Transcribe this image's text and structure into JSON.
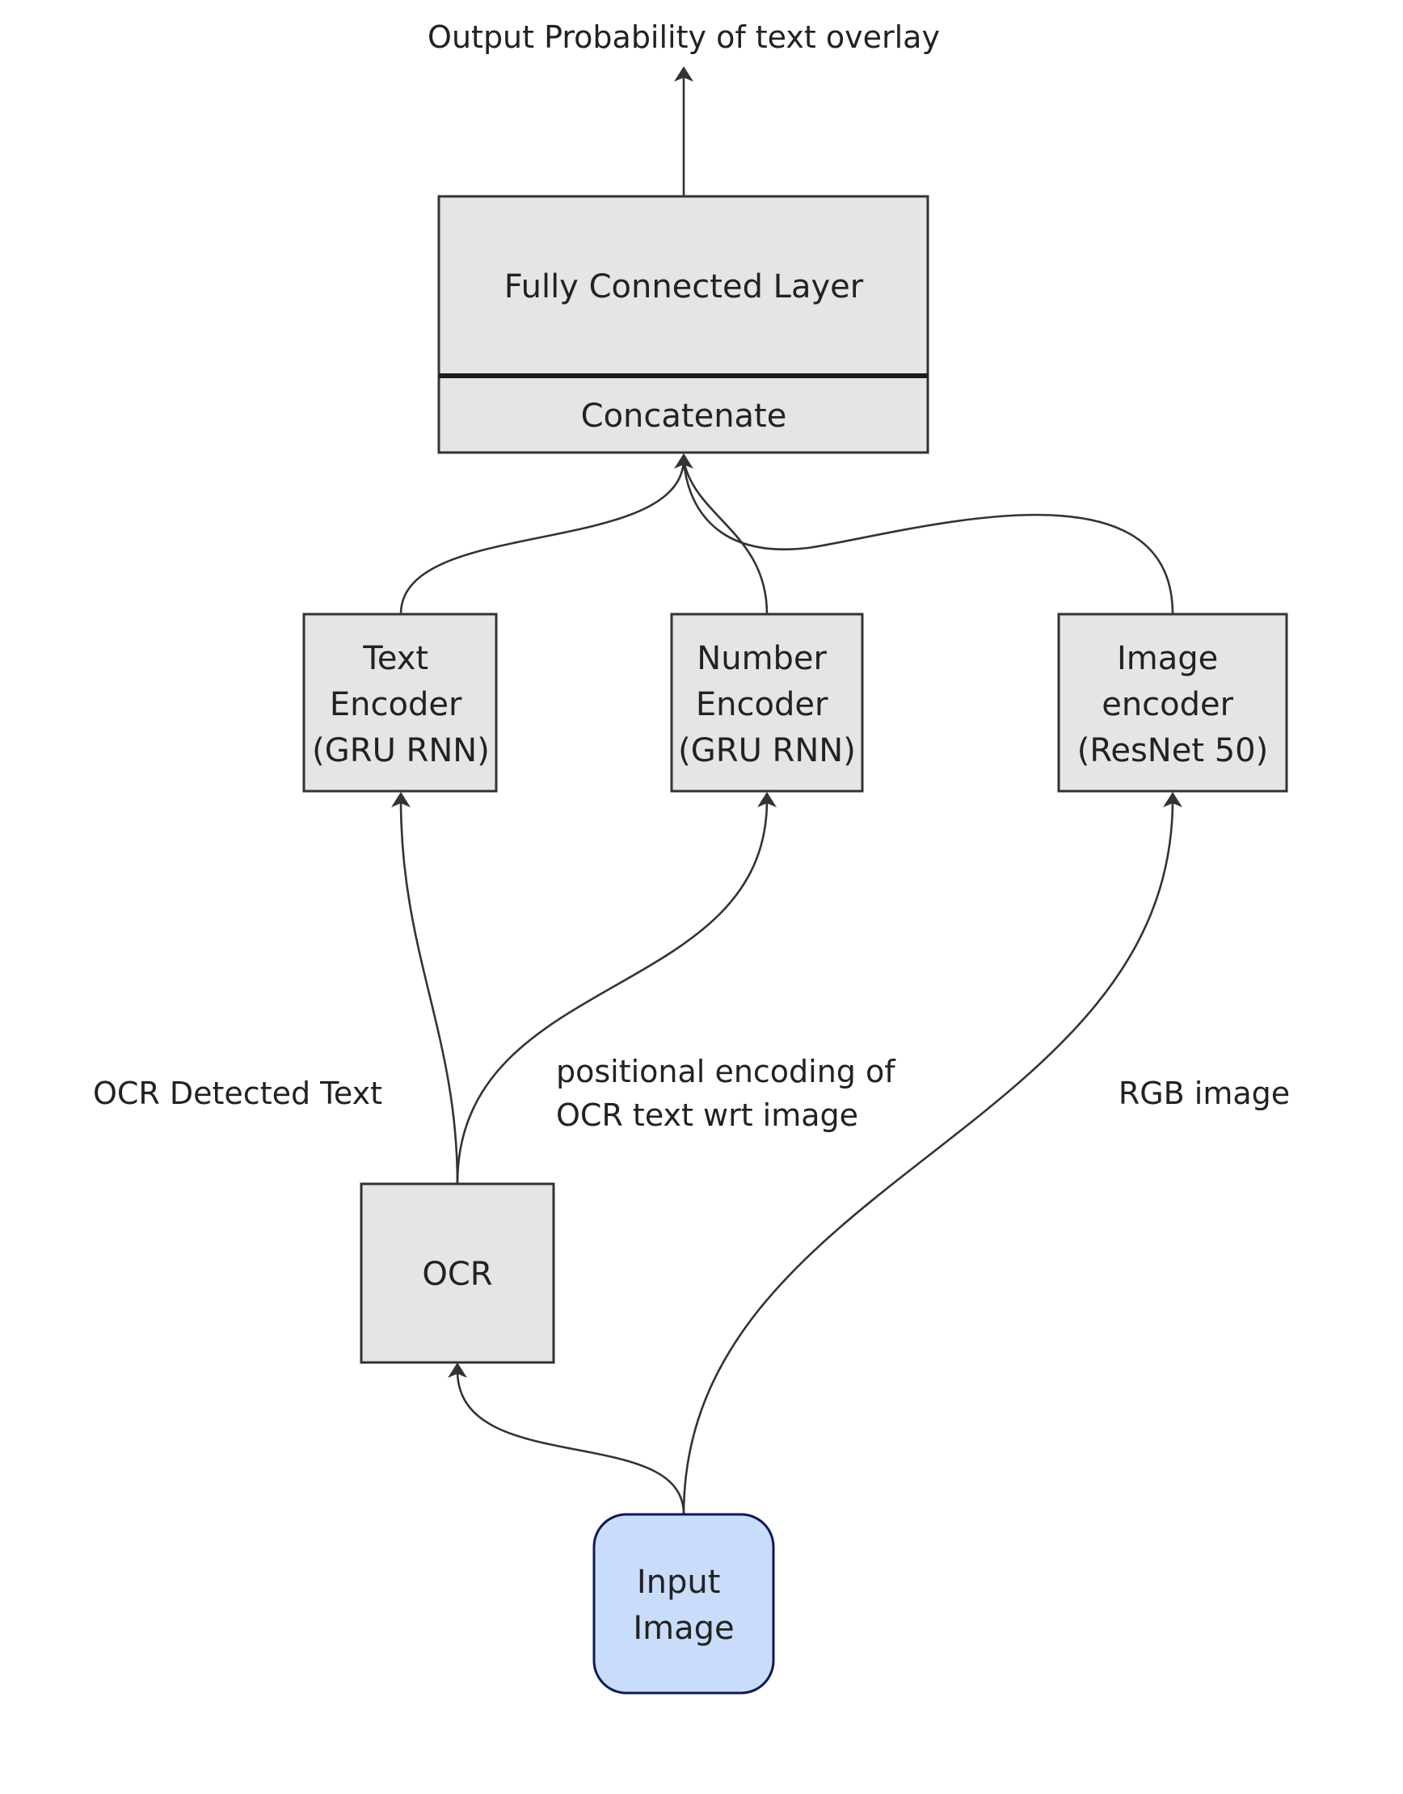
{
  "output_label": "Output Probability of text overlay",
  "nodes": {
    "fc": {
      "label": "Fully Connected Layer"
    },
    "concat": {
      "label": "Concatenate"
    },
    "text_encoder": {
      "lines": [
        "Text",
        "Encoder",
        "(GRU RNN)"
      ]
    },
    "number_encoder": {
      "lines": [
        "Number",
        "Encoder",
        "(GRU RNN)"
      ]
    },
    "image_encoder": {
      "lines": [
        "Image",
        "encoder",
        "(ResNet 50)"
      ]
    },
    "ocr": {
      "label": "OCR"
    },
    "input_image": {
      "lines": [
        "Input",
        "Image"
      ]
    }
  },
  "edge_labels": {
    "ocr_text": "OCR Detected Text",
    "positional": [
      "positional encoding of",
      "OCR text wrt image"
    ],
    "rgb": "RGB image"
  },
  "colors": {
    "box_fill": "#e5e5e5",
    "box_stroke": "#333333",
    "input_fill": "#c9dcfa",
    "input_stroke": "#0e1a55"
  }
}
